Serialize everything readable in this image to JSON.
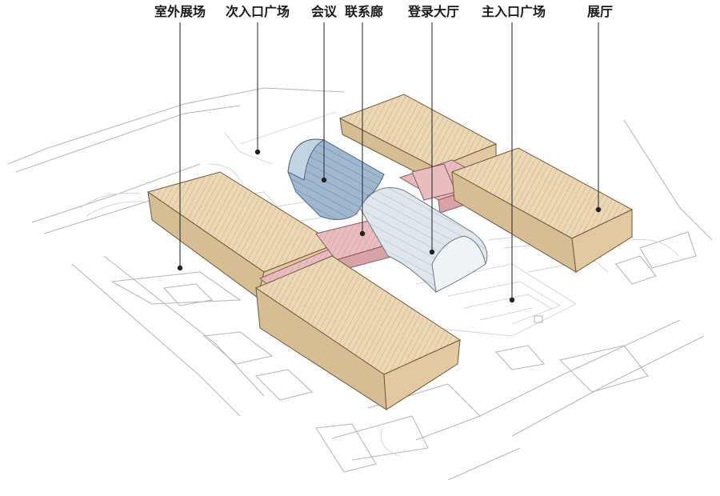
{
  "labels": {
    "outdoor_exhibition": "室外展场",
    "secondary_entrance_plaza": "次入口广场",
    "conference": "会议",
    "connecting_corridor": "联系廊",
    "registration_hall": "登录大厅",
    "main_entrance_plaza": "主入口广场",
    "exhibition_hall": "展厅"
  },
  "colors": {
    "exhibition_roof": "#ecd7b5",
    "corridor": "#e9bcbf",
    "conference_vault": "#9fb8cf",
    "registration_vault": "#dfe7ec",
    "site_lines": "#b9b9b9"
  }
}
